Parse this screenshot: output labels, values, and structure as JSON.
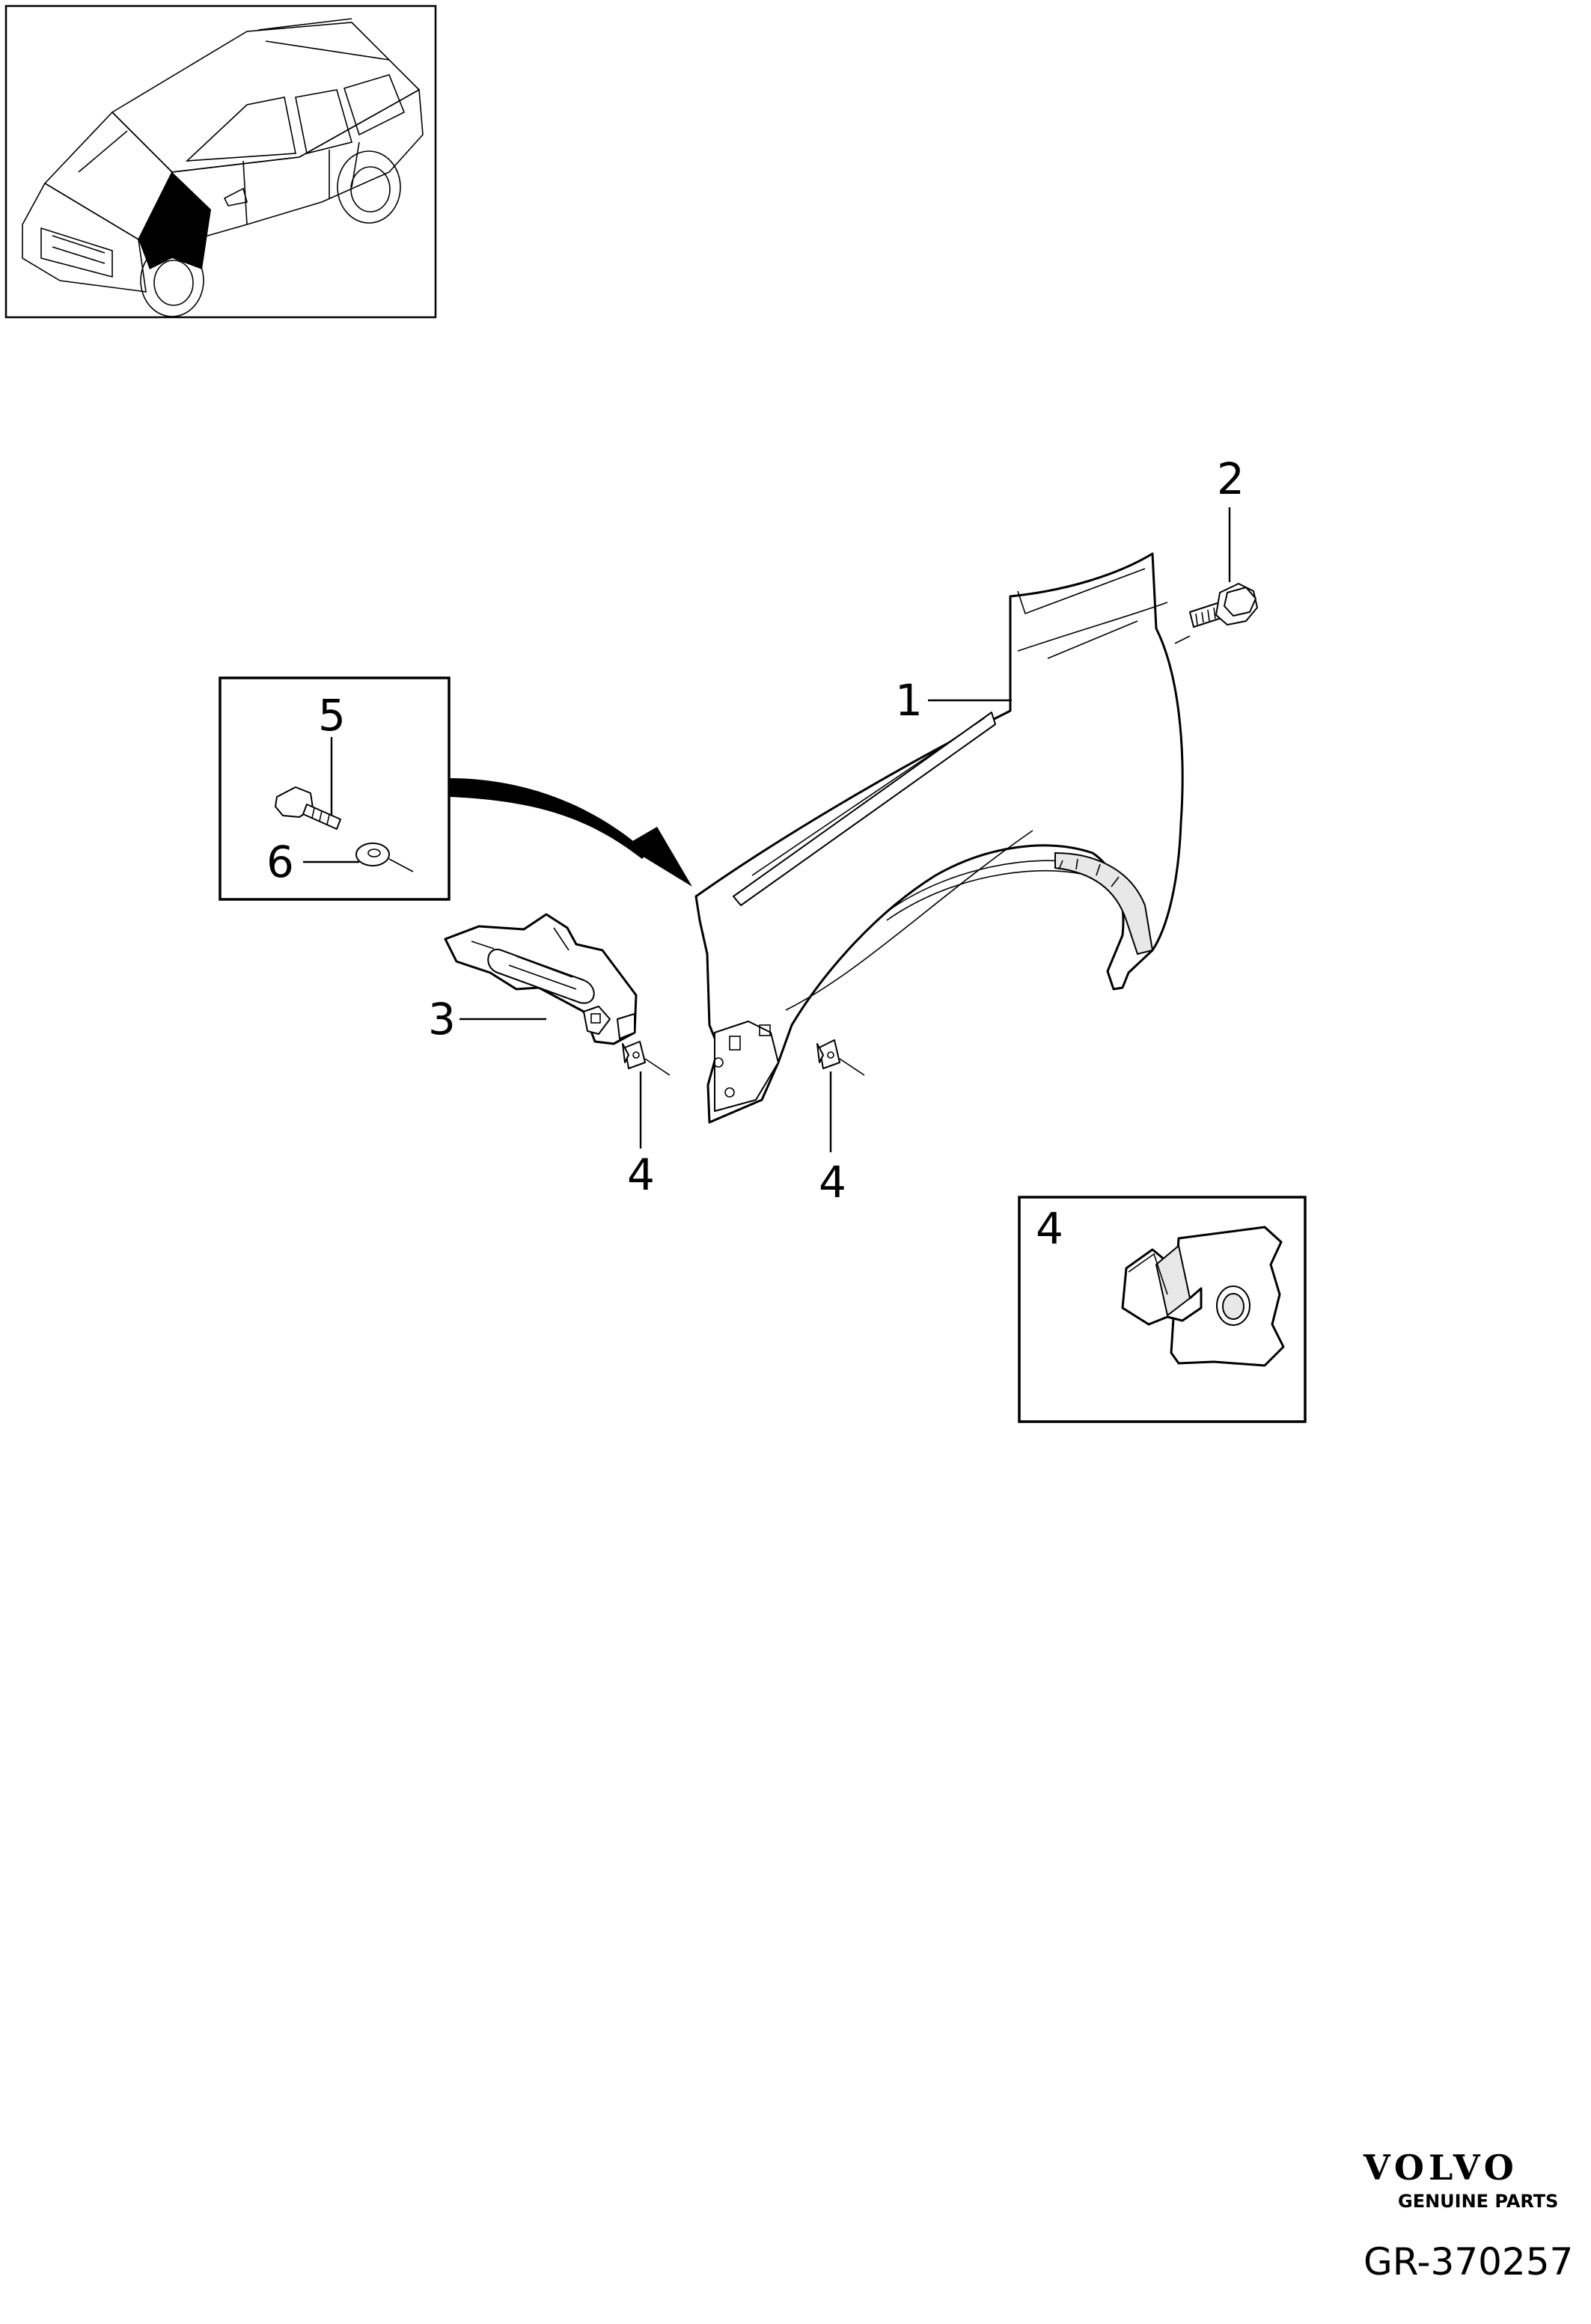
{
  "callouts": {
    "fender": "1",
    "fender_bolt": "2",
    "bracket": "3",
    "clip_left": "4",
    "clip_right": "4",
    "screw": "5",
    "washer": "6",
    "detail_clip": "4"
  },
  "footer": {
    "brand": "VOLVO",
    "tagline": "GENUINE PARTS",
    "diagram_ref": "GR-370257"
  },
  "icons": {
    "vehicle_thumbnail": "car-overview-icon",
    "fender": "fender-panel-icon",
    "bolt": "bolt-icon",
    "bracket": "bracket-icon",
    "clip": "clip-nut-icon",
    "screw": "screw-icon",
    "washer": "washer-icon",
    "arrow": "arrow-icon"
  }
}
